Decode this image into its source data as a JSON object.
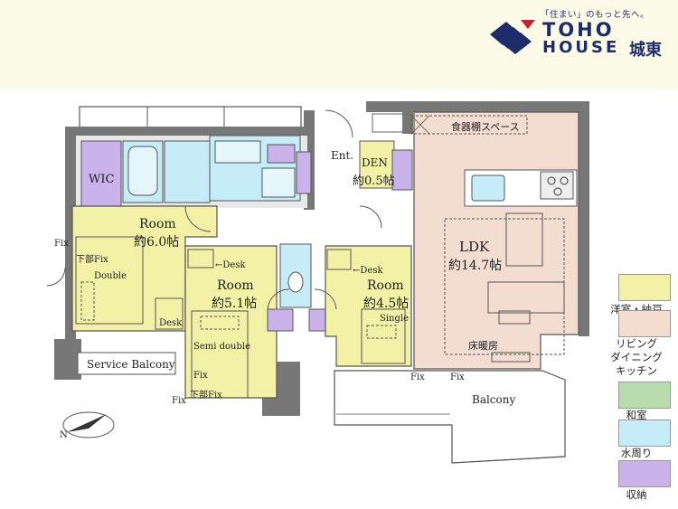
{
  "brand": {
    "slogan": "「住まい」のもっと先へ。",
    "line1": "TOHO",
    "line2": "HOUSE",
    "line3": "城東"
  },
  "rooms": {
    "wic": "WIC",
    "room1": {
      "name": "Room",
      "size": "約6.0帖"
    },
    "room2": {
      "name": "Room",
      "size": "約5.1帖"
    },
    "room3": {
      "name": "Room",
      "size": "約4.5帖"
    },
    "den": {
      "name": "DEN",
      "size": "約0.5帖"
    },
    "ldk": {
      "name": "LDK",
      "size": "約14.7帖"
    },
    "entrance": "Ent.",
    "pantry": "食器棚スペース",
    "floor_heating": "床暖房",
    "balcony": "Balcony",
    "service_balcony": "Service Balcony"
  },
  "furniture": {
    "double": "Double",
    "semi_double": "Semi double",
    "single": "Single",
    "desk": "Desk",
    "desk_arrow": "←Desk"
  },
  "windows": {
    "fix": "Fix",
    "lower_fix": "下部Fix"
  },
  "legend": [
    {
      "label": "洋室・納戸",
      "color": "#f2f1a6"
    },
    {
      "label": "リビング\nダイニング\nキッチン",
      "color": "#f3dcd0"
    },
    {
      "label": "和室",
      "color": "#b9dcae"
    },
    {
      "label": "水周り",
      "color": "#c5ecf7"
    },
    {
      "label": "収納",
      "color": "#c9b3ea"
    }
  ],
  "compass": "N"
}
